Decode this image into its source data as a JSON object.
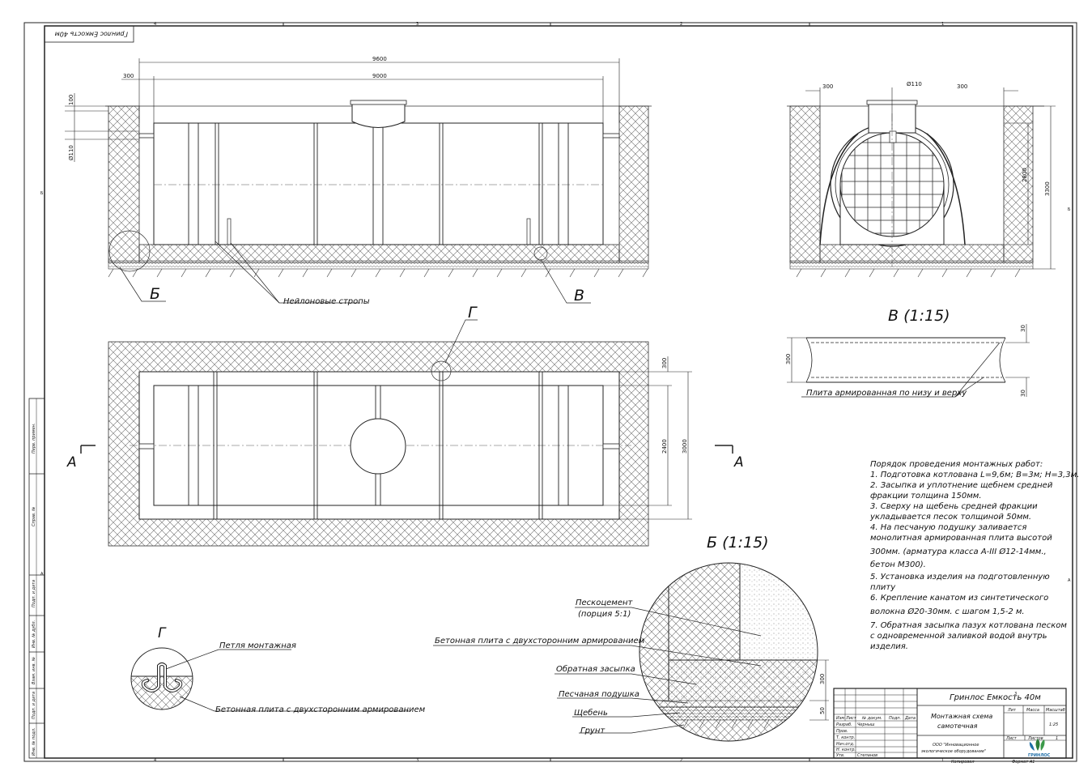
{
  "corner_label": "Гринлос Емкость 40м",
  "dims": {
    "length_outer": "9600",
    "length_inner": "9000",
    "offset_300": "300",
    "top_100": "100",
    "pipe_110": "Ø110",
    "height_2800": "2800",
    "height_3300": "3300",
    "width_3000": "3000",
    "width_2400": "2400",
    "plate_300": "300",
    "plate_30": "30",
    "sand_50": "50"
  },
  "labels": {
    "view_b": "Б",
    "view_v": "В",
    "view_g": "Г",
    "section_a": "А",
    "straps": "Нейлоновые стропы",
    "detail_v_title": "В (1:15)",
    "detail_b_title": "Б (1:15)",
    "detail_g_title": "Г",
    "plate_reinforced": "Плита армированная по низу и верху",
    "peskocement": "Пескоцемент",
    "peskocement_ratio": "(порция 5:1)",
    "concrete_plate": "Бетонная плита с двухсторонним армированием",
    "backfill": "Обратная засыпка",
    "sand_cushion": "Песчаная подушка",
    "gravel": "Щебень",
    "soil": "Грунт",
    "loop": "Петля монтажная",
    "concrete_plate_g": "Бетонная плита с двухсторонним армированием"
  },
  "notes": [
    "Порядок проведения монтажных работ:",
    "1. Подготовка котлована L=9,6м; В=3м; Н=3,3м.",
    "2. Засыпка и уплотнение щебнем средней",
    "фракции толщина 150мм.",
    "3. Сверху на щебень средней фракции",
    "укладывается песок толщиной 50мм.",
    "4. На песчаную подушку заливается",
    "монолитная армированная плита высотой",
    "300мм. (арматура класса А-III Ø12-14мм.,",
    "бетон М300).",
    "5. Установка изделия на подготовленную",
    "плиту",
    "6. Крепление канатом из синтетического",
    "волокна Ø20-30мм. с шагом 1,5-2 м.",
    "7. Обратная засыпка пазух котлована песком",
    "с одновременной заливкой водой внутрь",
    "изделия."
  ],
  "title_block": {
    "product": "Гринлос Емкость 40м",
    "superscript": "3",
    "drawing_name_1": "Монтажная схема",
    "drawing_name_2": "самотечная",
    "company_1": "ООО \"Инновационное",
    "company_2": "экологическое оборудование\"",
    "scale": "1:25",
    "lit": "Лит",
    "mass": "Масса",
    "scale_hdr": "Масштаб",
    "sheet": "Лист",
    "sheets": "Листов",
    "sheets_count": "1",
    "copied": "Копировал",
    "format": "Формат А1",
    "logo": "ГРИНЛОС",
    "rows": [
      "Изм",
      "Лист",
      "№ докум.",
      "Подп.",
      "Дата"
    ],
    "roles": [
      "Разраб.",
      "Пров.",
      "Т. контр.",
      "Нач.отд.",
      "Н. контр.",
      "Утв."
    ],
    "dev_name": "Черныш",
    "appr_name": "Степанов"
  },
  "frame": {
    "zones_top": [
      "4",
      "3",
      "2",
      "1"
    ],
    "zones_side": [
      "Б",
      "А"
    ],
    "side_stamps": [
      "Перв. примен.",
      "Справ. №",
      "Подп. и дата",
      "Инв. № дубл.",
      "Взам. инв. №",
      "Подп. и дата",
      "Инв. № подл."
    ]
  }
}
